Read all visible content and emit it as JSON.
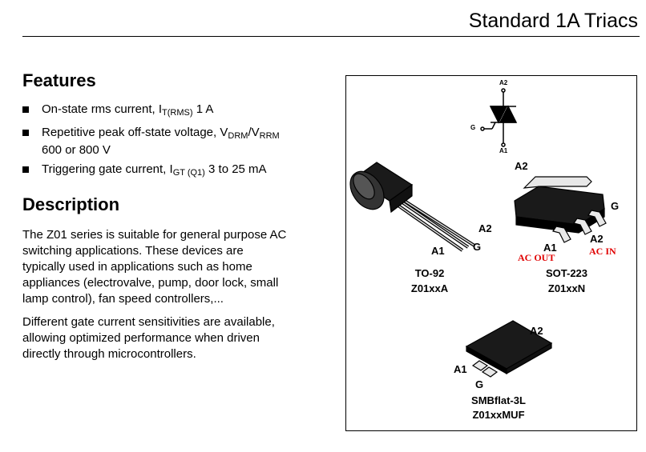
{
  "header": {
    "title": "Standard 1A Triacs"
  },
  "features": {
    "heading": "Features",
    "items": [
      {
        "text": "On-state rms current, I",
        "sub": "T(RMS)",
        "tail": " 1 A"
      },
      {
        "text": "Repetitive peak off-state voltage, V",
        "sub": "DRM",
        "mid": "/V",
        "sub2": "RRM",
        "line2": "600 or 800 V"
      },
      {
        "text": "Triggering gate current, I",
        "sub": "GT (Q1)",
        "tail": " 3 to 25 mA"
      }
    ]
  },
  "description": {
    "heading": "Description",
    "para1": [
      "The Z01 series is suitable for general purpose AC",
      "switching applications. These devices are",
      "typically used in applications such as home",
      "appliances (electrovalve, pump, door lock, small",
      "lamp control), fan speed controllers,..."
    ],
    "para2": [
      "Different gate current sensitivities are available,",
      "allowing optimized performance when driven",
      "directly through microcontrollers."
    ]
  },
  "figure": {
    "symbol": {
      "a2": "A2",
      "g": "G",
      "a1": "A1"
    },
    "to92": {
      "a2": "A2",
      "a1": "A1",
      "g": "G",
      "pkg": "TO-92",
      "part": "Z01xxA"
    },
    "sot223": {
      "a2_top": "A2",
      "g": "G",
      "a1": "A1",
      "a2": "A2",
      "ac_out": "AC OUT",
      "ac_in": "AC IN",
      "pkg": "SOT-223",
      "part": "Z01xxN"
    },
    "smbflat": {
      "a2": "A2",
      "a1": "A1",
      "g": "G",
      "pkg": "SMBflat-3L",
      "part": "Z01xxMUF"
    },
    "colors": {
      "annotation": "#e00000"
    }
  }
}
